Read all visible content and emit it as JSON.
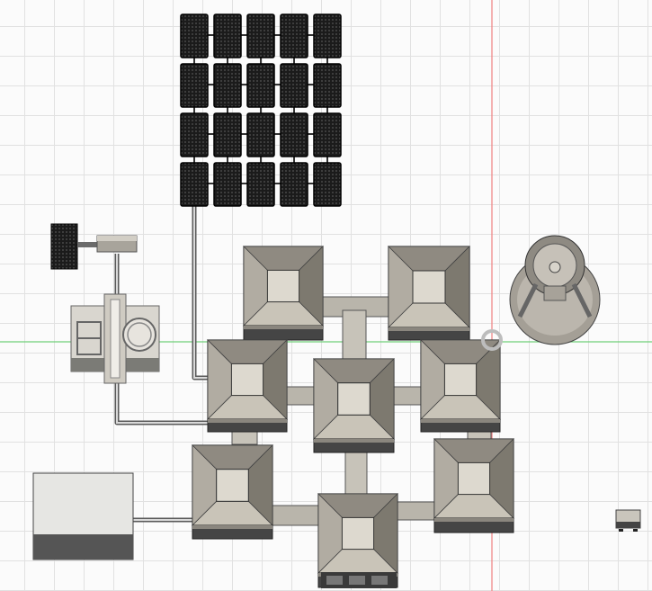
{
  "viewport": {
    "kind": "cad-3d-viewport",
    "view": "top",
    "grid": true
  },
  "colors": {
    "background": "#fbfbfb",
    "grid_line": "#e1e1e1",
    "axis_x": "#6fd07a",
    "axis_y": "#f08080",
    "module_roof": "#a39d92",
    "module_face": "#c9c4b8",
    "module_center": "#ddd9cf",
    "module_base": "#454545",
    "corridor": "#b9b5ab",
    "solar_panel": "#1e1e1e",
    "storage_block": "#e6e6e3"
  },
  "scene": {
    "solar_array": {
      "rows": 4,
      "columns": 5
    },
    "small_solar_panel": {
      "count": 1
    },
    "habitat_modules": {
      "count": 8
    },
    "generator_unit": {
      "count": 1
    },
    "storage_block": {
      "count": 1
    },
    "dish_antenna": {
      "count": 1
    },
    "small_rover": {
      "count": 1
    }
  }
}
